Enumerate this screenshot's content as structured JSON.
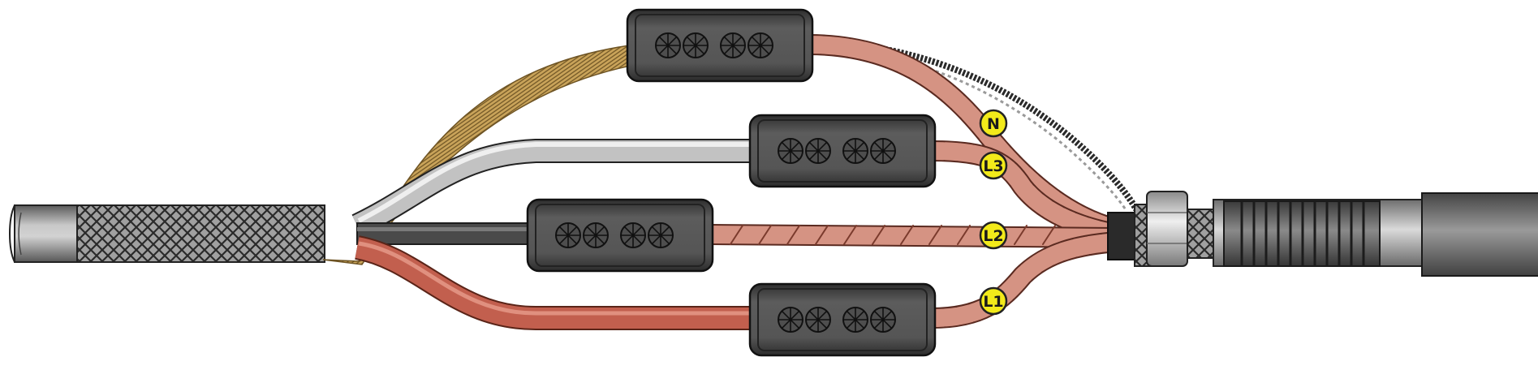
{
  "diagram": {
    "phase_labels": {
      "n": "N",
      "l3": "L3",
      "l2": "L2",
      "l1": "L1"
    },
    "colors": {
      "connector_body": "#505050",
      "copper_conductor": "#d59383",
      "red_insulation": "#c25f4e",
      "grey_insulation": "#bdbdbd",
      "black_insulation": "#4a4a4a",
      "screen_braid": "#c9a55a",
      "label_badge": "#f2ea1a",
      "cable_sheath": "#8a8a8a"
    }
  }
}
